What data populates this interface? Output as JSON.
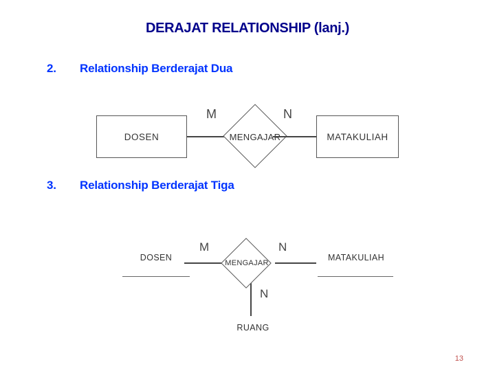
{
  "slide": {
    "title": "DERAJAT RELATIONSHIP (lanj.)",
    "page_number": "13",
    "title_color": "#00008B",
    "bullet_color": "#0033FF",
    "page_number_color": "#C0504D"
  },
  "bullets": [
    {
      "number": "2.",
      "label": "Relationship Berderajat Dua"
    },
    {
      "number": "3.",
      "label": "Relationship Berderajat Tiga"
    }
  ],
  "diagram_binary": {
    "entity_left": "DOSEN",
    "entity_right": "MATAKULIAH",
    "relationship": "MENGAJAR",
    "cardinality_left": "M",
    "cardinality_right": "N"
  },
  "diagram_ternary": {
    "entity_left": "DOSEN",
    "entity_right": "MATAKULIAH",
    "entity_bottom": "RUANG",
    "relationship": "MENGAJAR",
    "cardinality_left": "M",
    "cardinality_right": "N",
    "cardinality_bottom": "N"
  }
}
